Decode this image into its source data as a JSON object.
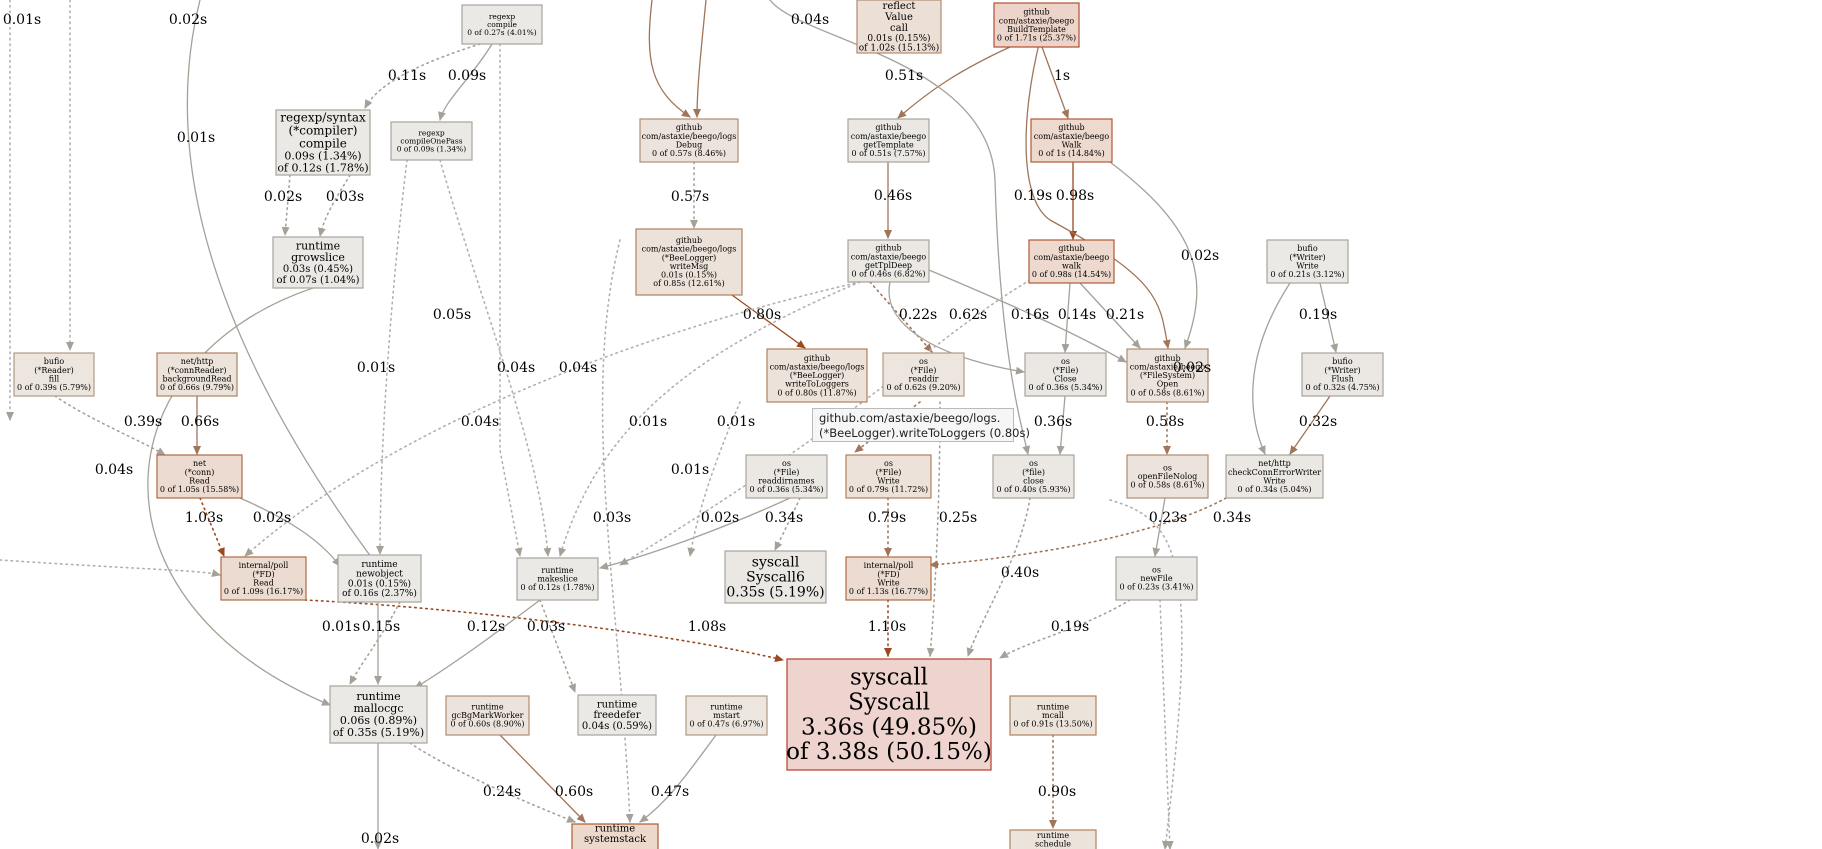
{
  "nodes": [
    {
      "id": "regexp-compile",
      "lines": [
        "regexp",
        "compile",
        "0 of 0.27s (4.01%)"
      ]
    },
    {
      "id": "reflect-value-call",
      "lines": [
        "reflect",
        "Value",
        "call",
        "0.01s (0.15%)",
        "of 1.02s (15.13%)"
      ]
    },
    {
      "id": "beego-buildtemplate",
      "lines": [
        "github",
        "com/astaxie/beego",
        "BuildTemplate",
        "0 of 1.71s (25.37%)"
      ]
    },
    {
      "id": "syntax-compile",
      "lines": [
        "regexp/syntax",
        "(*compiler)",
        "compile",
        "0.09s (1.34%)",
        "of 0.12s (1.78%)"
      ]
    },
    {
      "id": "regexp-compileonepass",
      "lines": [
        "regexp",
        "compileOnePass",
        "0 of 0.09s (1.34%)"
      ]
    },
    {
      "id": "logs-debug",
      "lines": [
        "github",
        "com/astaxie/beego/logs",
        "Debug",
        "0 of 0.57s (8.46%)"
      ]
    },
    {
      "id": "beego-gettemplate",
      "lines": [
        "github",
        "com/astaxie/beego",
        "getTemplate",
        "0 of 0.51s (7.57%)"
      ]
    },
    {
      "id": "beego-walk-upper",
      "lines": [
        "github",
        "com/astaxie/beego",
        "Walk",
        "0 of 1s (14.84%)"
      ]
    },
    {
      "id": "runtime-growslice",
      "lines": [
        "runtime",
        "growslice",
        "0.03s (0.45%)",
        "of 0.07s (1.04%)"
      ]
    },
    {
      "id": "logs-writemsg",
      "lines": [
        "github",
        "com/astaxie/beego/logs",
        "(*BeeLogger)",
        "writeMsg",
        "0.01s (0.15%)",
        "of 0.85s (12.61%)"
      ]
    },
    {
      "id": "beego-gettpldeep",
      "lines": [
        "github",
        "com/astaxie/beego",
        "getTplDeep",
        "0 of 0.46s (6.82%)"
      ]
    },
    {
      "id": "beego-walk-lower",
      "lines": [
        "github",
        "com/astaxie/beego",
        "walk",
        "0 of 0.98s (14.54%)"
      ]
    },
    {
      "id": "bufio-writer-write",
      "lines": [
        "bufio",
        "(*Writer)",
        "Write",
        "0 of 0.21s (3.12%)"
      ]
    },
    {
      "id": "bufio-reader-fill",
      "lines": [
        "bufio",
        "(*Reader)",
        "fill",
        "0 of 0.39s (5.79%)"
      ]
    },
    {
      "id": "http-backgroundread",
      "lines": [
        "net/http",
        "(*connReader)",
        "backgroundRead",
        "0 of 0.66s (9.79%)"
      ]
    },
    {
      "id": "logs-writetologgers",
      "lines": [
        "github",
        "com/astaxie/beego/logs",
        "(*BeeLogger)",
        "writeToLoggers",
        "0 of 0.80s (11.87%)"
      ]
    },
    {
      "id": "os-file-readdir",
      "lines": [
        "os",
        "(*File)",
        "readdir",
        "0 of 0.62s (9.20%)"
      ]
    },
    {
      "id": "os-file-close-upper",
      "lines": [
        "os",
        "(*File)",
        "Close",
        "0 of 0.36s (5.34%)"
      ]
    },
    {
      "id": "beego-filesystem-open",
      "lines": [
        "github",
        "com/astaxie/beego",
        "(*FileSystem)",
        "Open",
        "0 of 0.58s (8.61%)"
      ]
    },
    {
      "id": "bufio-writer-flush",
      "lines": [
        "bufio",
        "(*Writer)",
        "Flush",
        "0 of 0.32s (4.75%)"
      ]
    },
    {
      "id": "net-conn-read",
      "lines": [
        "net",
        "(*conn)",
        "Read",
        "0 of 1.05s (15.58%)"
      ]
    },
    {
      "id": "os-file-readdirnames",
      "lines": [
        "os",
        "(*File)",
        "readdirnames",
        "0 of 0.36s (5.34%)"
      ]
    },
    {
      "id": "os-file-write",
      "lines": [
        "os",
        "(*File)",
        "Write",
        "0 of 0.79s (11.72%)"
      ]
    },
    {
      "id": "os-file-close-lower",
      "lines": [
        "os",
        "(*file)",
        "close",
        "0 of 0.40s (5.93%)"
      ]
    },
    {
      "id": "os-openfilenolog",
      "lines": [
        "os",
        "openFileNolog",
        "0 of 0.58s (8.61%)"
      ]
    },
    {
      "id": "http-checkconnerrorwriter",
      "lines": [
        "net/http",
        "checkConnErrorWriter",
        "Write",
        "0 of 0.34s (5.04%)"
      ]
    },
    {
      "id": "poll-fd-read",
      "lines": [
        "internal/poll",
        "(*FD)",
        "Read",
        "0 of 1.09s (16.17%)"
      ]
    },
    {
      "id": "runtime-newobject",
      "lines": [
        "runtime",
        "newobject",
        "0.01s (0.15%)",
        "of 0.16s (2.37%)"
      ]
    },
    {
      "id": "runtime-makeslice",
      "lines": [
        "runtime",
        "makeslice",
        "0 of 0.12s (1.78%)"
      ]
    },
    {
      "id": "syscall-syscall6",
      "lines": [
        "syscall",
        "Syscall6",
        "0.35s (5.19%)"
      ]
    },
    {
      "id": "poll-fd-write",
      "lines": [
        "internal/poll",
        "(*FD)",
        "Write",
        "0 of 1.13s (16.77%)"
      ]
    },
    {
      "id": "os-newfile",
      "lines": [
        "os",
        "newFile",
        "0 of 0.23s (3.41%)"
      ]
    },
    {
      "id": "syscall-syscall",
      "lines": [
        "syscall",
        "Syscall",
        "3.36s (49.85%)",
        "of 3.38s (50.15%)"
      ]
    },
    {
      "id": "runtime-mallocgc",
      "lines": [
        "runtime",
        "mallocgc",
        "0.06s (0.89%)",
        "of 0.35s (5.19%)"
      ]
    },
    {
      "id": "runtime-gcbgmarkworker",
      "lines": [
        "runtime",
        "gcBgMarkWorker",
        "0 of 0.60s (8.90%)"
      ]
    },
    {
      "id": "runtime-freedefer",
      "lines": [
        "runtime",
        "freedefer",
        "0.04s (0.59%)"
      ]
    },
    {
      "id": "runtime-mstart",
      "lines": [
        "runtime",
        "mstart",
        "0 of 0.47s (6.97%)"
      ]
    },
    {
      "id": "runtime-mcall",
      "lines": [
        "runtime",
        "mcall",
        "0 of 0.91s (13.50%)"
      ]
    },
    {
      "id": "runtime-systemstack",
      "lines": [
        "runtime",
        "systemstack",
        ""
      ]
    },
    {
      "id": "runtime-schedule",
      "lines": [
        "runtime",
        "schedule",
        ""
      ]
    }
  ],
  "edge_labels": [
    "0.01s",
    "0.02s",
    "0.04s",
    "0.11s",
    "0.09s",
    "0.51s",
    "1s",
    "0.01s",
    "0.02s",
    "0.03s",
    "0.57s",
    "0.46s",
    "0.19s",
    "0.98s",
    "0.02s",
    "0.05s",
    "0.80s",
    "0.22s",
    "0.62s",
    "0.16s",
    "0.14s",
    "0.21s",
    "0.01s",
    "0.04s",
    "0.04s",
    "0.02s",
    "0.19s",
    "0.39s",
    "0.66s",
    "0.04s",
    "0.01s",
    "0.01s",
    "0.36s",
    "0.58s",
    "0.32s",
    "0.04s",
    "0.01s",
    "1.03s",
    "0.02s",
    "0.03s",
    "0.02s",
    "0.34s",
    "0.79s",
    "0.25s",
    "0.23s",
    "0.34s",
    "0.40s",
    "0.01s",
    "0.15s",
    "0.12s",
    "0.03s",
    "1.08s",
    "1.10s",
    "0.19s",
    "0.24s",
    "0.60s",
    "0.47s",
    "0.90s",
    "0.02s"
  ],
  "tooltip": {
    "line1": "github.com/astaxie/beego/logs.",
    "line2": "(*BeeLogger).writeToLoggers (0.80s)"
  }
}
